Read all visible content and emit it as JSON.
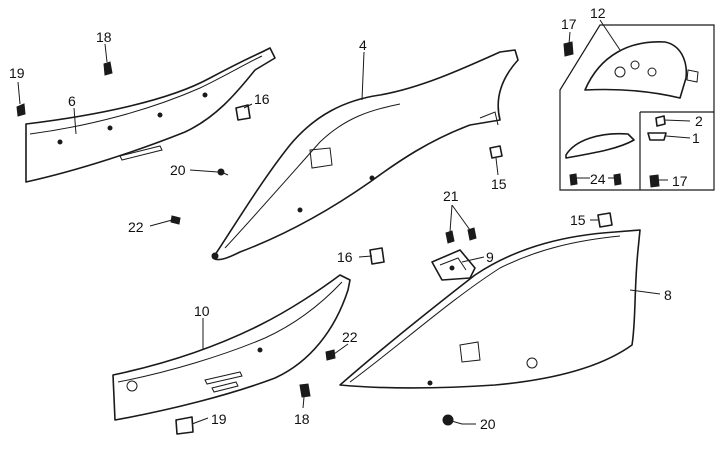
{
  "callouts": {
    "c1": "1",
    "c2": "2",
    "c4": "4",
    "c6": "6",
    "c8": "8",
    "c9": "9",
    "c10": "10",
    "c12": "12",
    "c15a": "15",
    "c15b": "15",
    "c16a": "16",
    "c16b": "16",
    "c17a": "17",
    "c17b": "17",
    "c18a": "18",
    "c18b": "18",
    "c19a": "19",
    "c19b": "19",
    "c20a": "20",
    "c20b": "20",
    "c21": "21",
    "c22a": "22",
    "c22b": "22",
    "c24": "24"
  }
}
